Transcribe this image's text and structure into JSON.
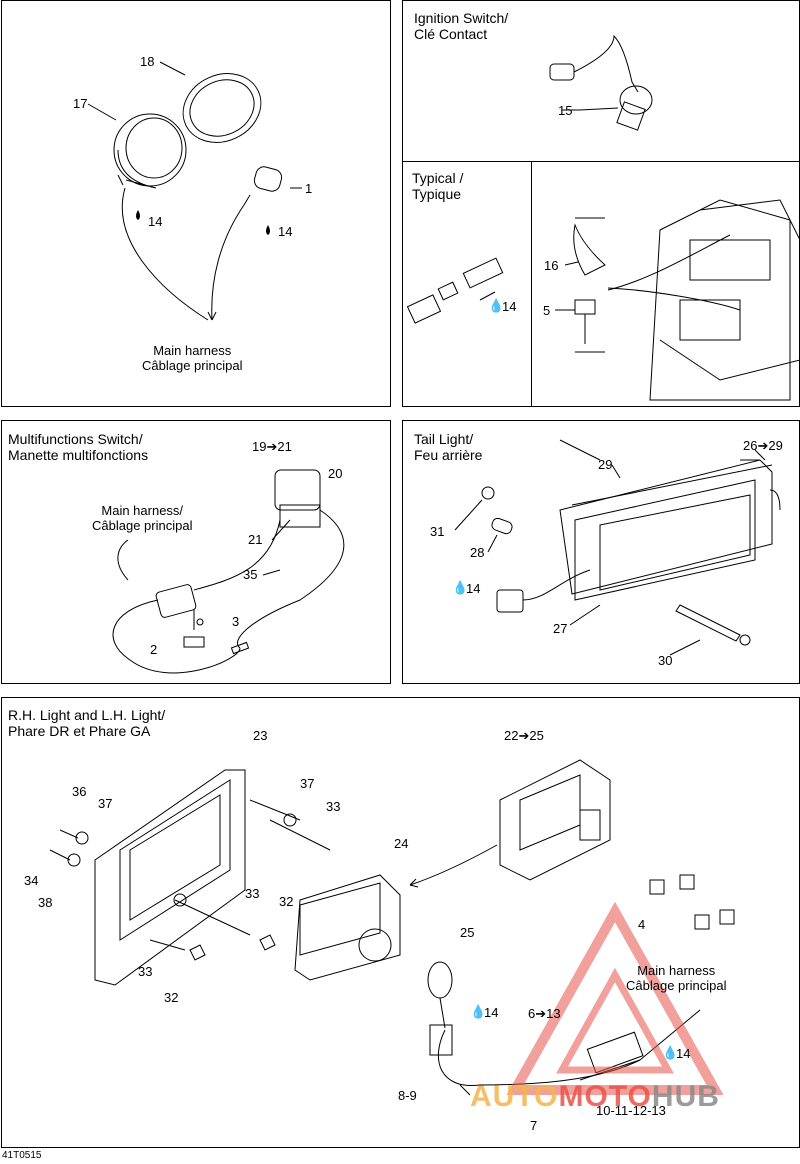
{
  "panels": {
    "gauge": {
      "labels": {
        "n18": "18",
        "n17": "17",
        "n1": "1",
        "drop1": "14",
        "drop2": "14",
        "harness": "Main harness\nCâblage principal"
      }
    },
    "ignition": {
      "title": "Ignition Switch/\nClé Contact",
      "n15": "15"
    },
    "typical": {
      "title": "Typical /\nTypique",
      "drop": "14"
    },
    "engine": {
      "n16": "16",
      "n5": "5"
    },
    "multifunction": {
      "title": "Multifunctions Switch/\nManette multifonctions",
      "n19": "19➔21",
      "n20": "20",
      "n21": "21",
      "n35": "35",
      "n3": "3",
      "n2": "2",
      "harness": "Main harness/\nCâblage principal"
    },
    "taillight": {
      "title": "Tail Light/\nFeu arrière",
      "n29": "29",
      "n26": "26➔29",
      "n31": "31",
      "n28": "28",
      "drop": "14",
      "n27": "27",
      "n30": "30"
    },
    "headlight": {
      "title": "R.H. Light and L.H. Light/\nPhare DR et Phare GA",
      "n23": "23",
      "n22": "22➔25",
      "n37a": "37",
      "n33a": "33",
      "n36": "36",
      "n37b": "37",
      "n34": "34",
      "n38": "38",
      "n24": "24",
      "n33b": "33",
      "n32a": "32",
      "n33c": "33",
      "n32b": "32",
      "n25": "25",
      "drop1": "14",
      "n4": "4",
      "harness": "Main harness\nCâblage principal",
      "n6": "6➔13",
      "drop2": "14",
      "n89": "8-9",
      "n7": "7",
      "n1013": "10-11-12-13"
    }
  },
  "watermark": {
    "part1": "AUTO",
    "part2": "MOTO",
    "part3": "HUB",
    "color_orange": "#f5b54a",
    "color_red": "#e8534a",
    "color_gray": "#8a8a8a"
  },
  "footer": "41T0515"
}
